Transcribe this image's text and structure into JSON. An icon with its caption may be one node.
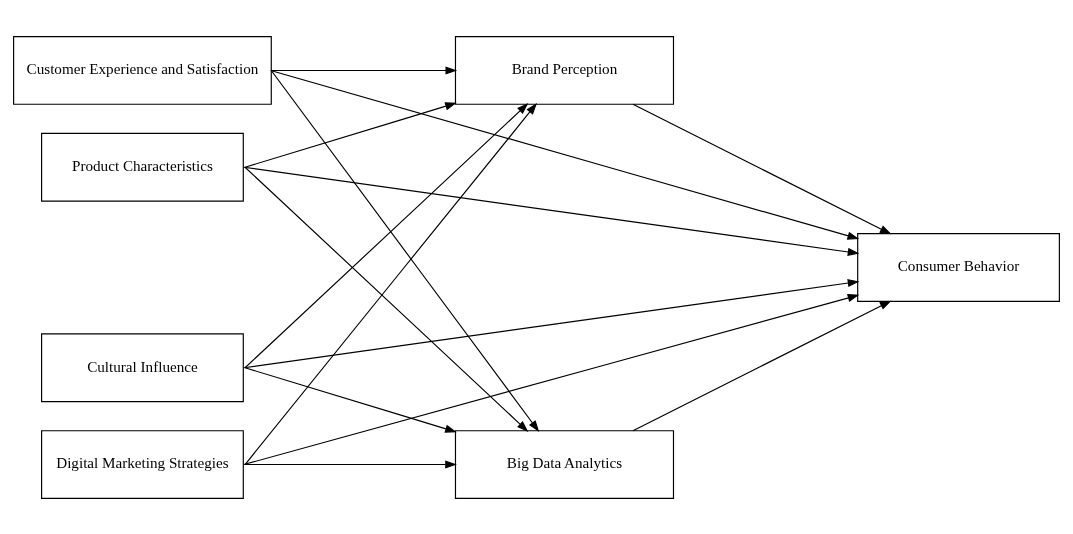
{
  "diagram": {
    "nodes": [
      {
        "text": [
          "Brand Perception"
        ]
      },
      {
        "text": [
          "Customer Experience and Satisfaction"
        ]
      },
      {
        "text": [
          "Product Characteristics"
        ]
      },
      {
        "text": [
          "Cultural Influence"
        ]
      },
      {
        "text": [
          "Digital Marketing Strategies"
        ]
      },
      {
        "text": [
          "Consumer Behavior"
        ]
      },
      {
        "text": [
          "Big Data Analytics"
        ]
      }
    ],
    "edges": [
      {
        "from": 1,
        "to": 0,
        "arrow": "to"
      },
      {
        "from": 1,
        "to": 5,
        "arrow": "to"
      },
      {
        "from": 1,
        "to": 6,
        "arrow": "to"
      },
      {
        "from": 2,
        "to": 0,
        "arrow": "to"
      },
      {
        "from": 2,
        "to": 5,
        "arrow": "to"
      },
      {
        "from": 2,
        "to": 6,
        "arrow": "to"
      },
      {
        "from": 3,
        "to": 0,
        "arrow": "to"
      },
      {
        "from": 3,
        "to": 5,
        "arrow": "to"
      },
      {
        "from": 3,
        "to": 6,
        "arrow": "to"
      },
      {
        "from": 4,
        "to": 0,
        "arrow": "to"
      },
      {
        "from": 4,
        "to": 5,
        "arrow": "to"
      },
      {
        "from": 4,
        "to": 6,
        "arrow": "to"
      },
      {
        "from": 0,
        "to": 5,
        "arrow": "to"
      },
      {
        "from": 6,
        "to": 5,
        "arrow": "to"
      }
    ]
  }
}
